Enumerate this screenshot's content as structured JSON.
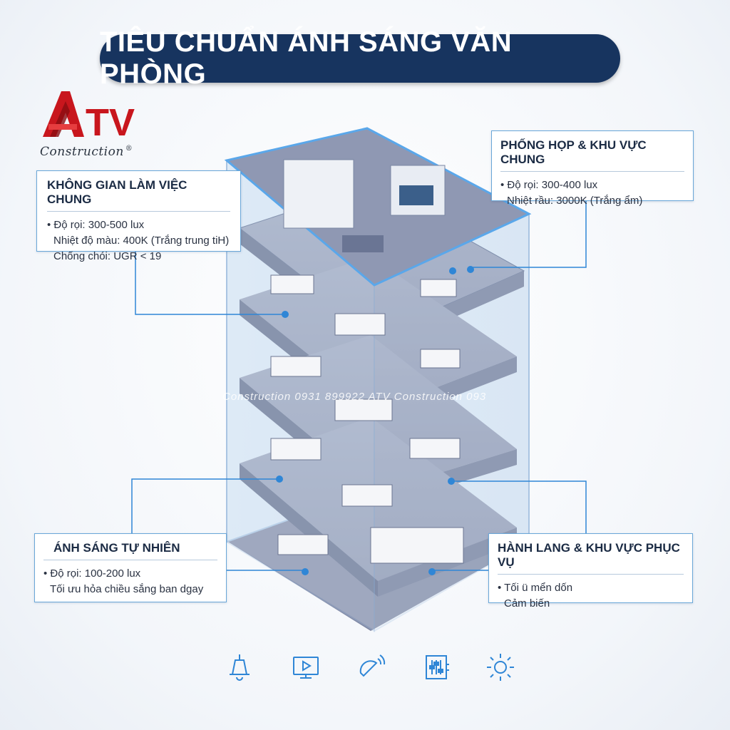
{
  "title": "TIÊU CHUẨN ÁNH SÁNG VĂN PHÒNG",
  "logo": {
    "mark": "ATV",
    "sub": "Construction",
    "reg": "®"
  },
  "watermark": "Construction  0931 899922  ATV Construction  093",
  "callouts": {
    "workspace": {
      "heading": "KHÔNG GIAN LÀM VIỆC CHUNG",
      "line1": "• Độ rọi: 300-500 lux",
      "line2": "Nhiệt độ màu: 400K (Trắng trung tiH)",
      "line3": "Chống chói: UGR < 19"
    },
    "meeting": {
      "heading": "PHỐNG HỌP & KHU VỰC CHUNG",
      "line1": "• Độ rọi: 300-400 lux",
      "line2": "Nhiệt rầu: 3000K (Trắng ẩm)"
    },
    "natural": {
      "heading": "ÁNH SÁNG TỰ NHIÊN",
      "line1": "• Độ rọi: 100-200 lux",
      "line2": "Tối ưu hỏa chiều sắng ban dgay"
    },
    "corridor": {
      "heading": "HÀNH LANG & KHU VỰC PHỤC VỤ",
      "line1": "• Tối ü mển dốn",
      "line2": "Cảm biến"
    }
  },
  "icons": [
    "ceiling-lamp-icon",
    "screen-play-icon",
    "motion-sensor-icon",
    "dimmer-panel-icon",
    "sun-icon"
  ],
  "colors": {
    "title_bg": "#17345f",
    "accent": "#2f86d6",
    "logo_red": "#c8161d"
  }
}
